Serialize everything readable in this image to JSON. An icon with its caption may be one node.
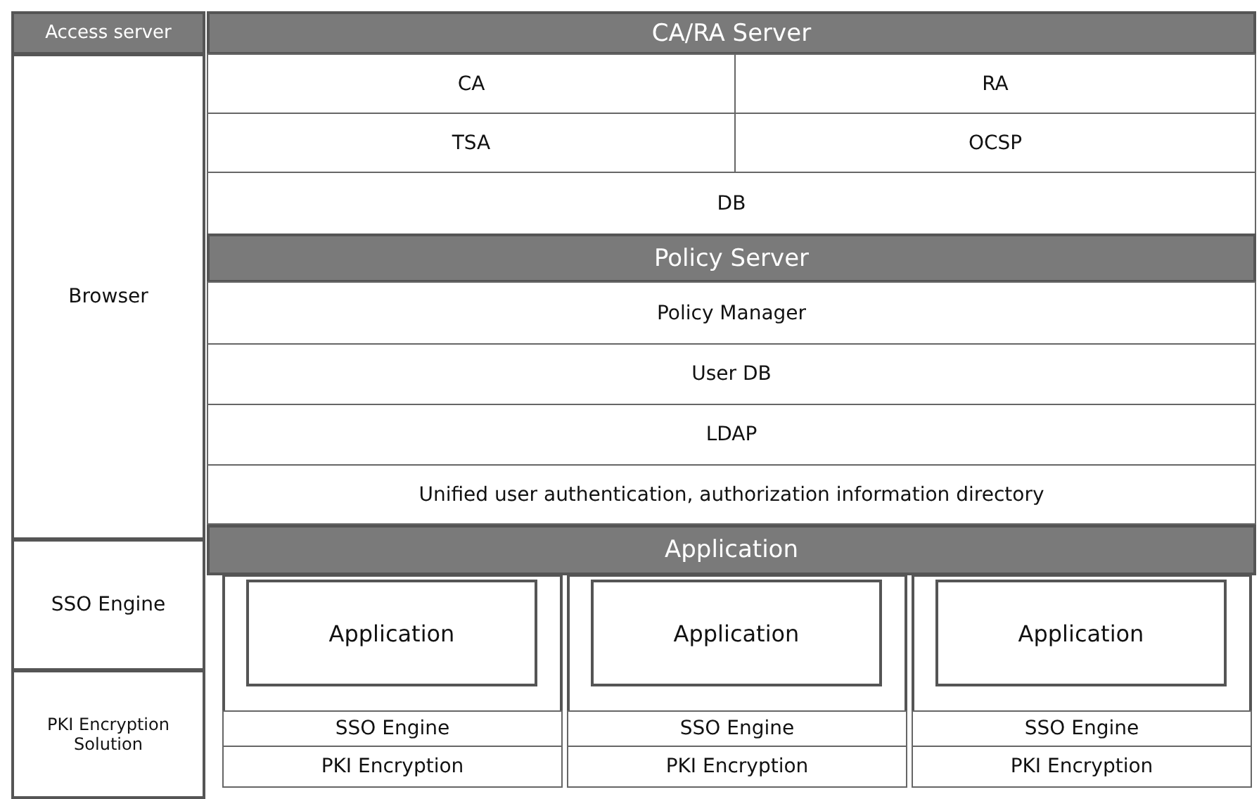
{
  "diagram": {
    "nodes": [
      {
        "text": [
          "Access server"
        ]
      },
      {
        "text": [
          "CA/RA Server"
        ]
      },
      {
        "text": [
          "Browser"
        ]
      },
      {
        "text": [
          "CA"
        ]
      },
      {
        "text": [
          "RA"
        ]
      },
      {
        "text": [
          "TSA"
        ]
      },
      {
        "text": [
          "OCSP"
        ]
      },
      {
        "text": [
          "DB"
        ]
      },
      {
        "text": [
          "Policy Server"
        ]
      },
      {
        "text": [
          "Policy Manager"
        ]
      },
      {
        "text": [
          "User DB"
        ]
      },
      {
        "text": [
          "LDAP"
        ]
      },
      {
        "text": [
          "Unified user authentication, authorization information directory"
        ]
      },
      {
        "text": [
          "SSO Engine"
        ]
      },
      {
        "text": [
          "Application"
        ]
      },
      {
        "text": [],
        "shape": "box"
      },
      {
        "text": [
          "Application"
        ],
        "in": 15
      },
      {
        "text": [
          "SSO Engine"
        ],
        "in": 15
      },
      {
        "text": [
          "PKI Encryption"
        ],
        "in": 15
      },
      {
        "text": [],
        "shape": "box"
      },
      {
        "text": [
          "Application"
        ],
        "in": 19
      },
      {
        "text": [
          "SSO Engine"
        ],
        "in": 19
      },
      {
        "text": [
          "PKI Encryption"
        ],
        "in": 19
      },
      {
        "text": [],
        "shape": "box"
      },
      {
        "text": [
          "Application"
        ],
        "in": 23
      },
      {
        "text": [
          "SSO Engine"
        ],
        "in": 23
      },
      {
        "text": [
          "PKI Encryption"
        ],
        "in": 23
      },
      {
        "text": [
          "PKI Encryption Solution"
        ]
      }
    ]
  }
}
